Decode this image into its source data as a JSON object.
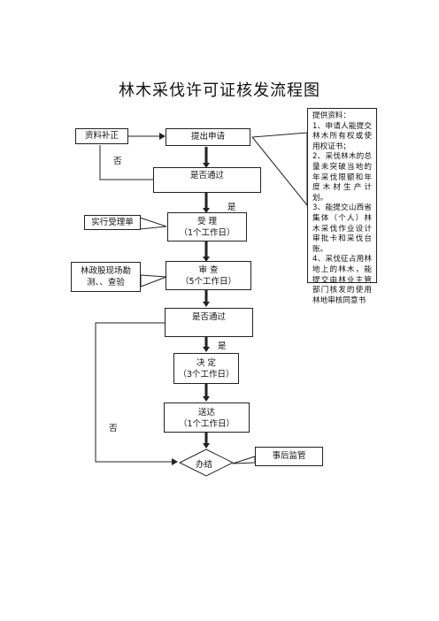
{
  "title": "林木采伐许可证核发流程图",
  "nodes": {
    "submit": "提出申请",
    "supplement": "资料补正",
    "check1": "是否通过",
    "accept_l1": "受  理",
    "accept_l2": "（1个工作日）",
    "accept_note": "实行受理单",
    "review_l1": "审  查",
    "review_l2": "（5个工作日）",
    "review_note_l1": "林政股现场勘",
    "review_note_l2": "测、、查验",
    "check2": "是否通过",
    "decide_l1": "决  定",
    "decide_l2": "（3个工作日）",
    "deliver_l1": "送达",
    "deliver_l2": "（1个工作日）",
    "finish": "办结",
    "supervise": "事后监管"
  },
  "edge_labels": {
    "no1": "否",
    "yes1": "是",
    "yes2": "是",
    "no2": "否"
  },
  "materials": {
    "heading": "提供资料：",
    "items": [
      "1、申请人能提交林木所有权或使用权证书；",
      "2、采伐林木的总量未突破当地的年采伐限额和年度木材生产计划。",
      "3、能提交山西省集体（个人）林木采伐作业设计审批卡和采伐台账。",
      "4、采伐征占用林地上的林木，能提交由林业主管部门核发的使用林地审核同意书"
    ]
  }
}
